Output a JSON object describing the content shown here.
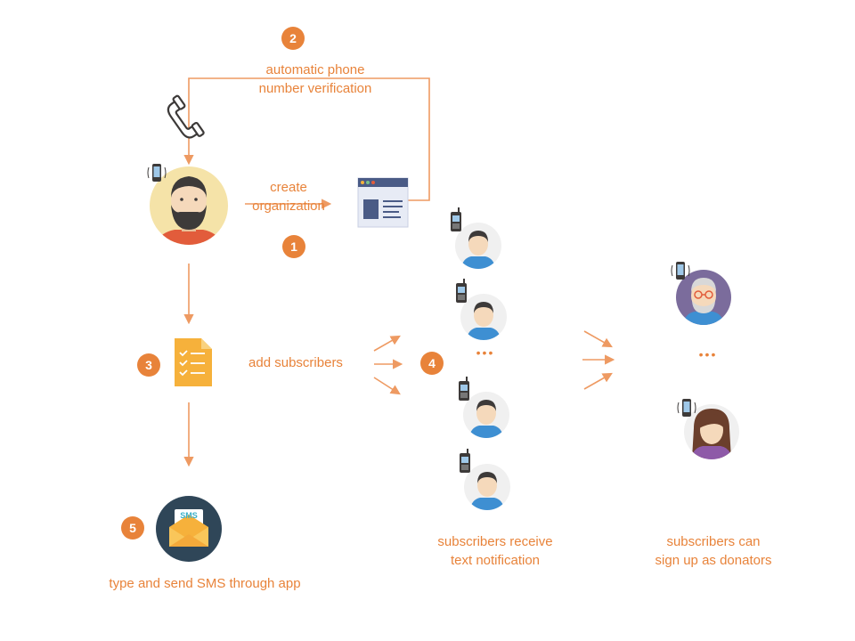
{
  "colors": {
    "accent": "#e8833a",
    "arrow": "#ee9a62",
    "skin": "#f5d9bb",
    "hair_dark": "#3d3a39",
    "shirt_blue": "#3e8fd2",
    "shirt_red": "#e25c3b",
    "doc_yellow": "#f6b13b",
    "mail_navy": "#2f4658",
    "avatar_bg": "#f0f0f0",
    "web_bg": "#e7ebf5",
    "web_bar": "#4a5b86"
  },
  "steps": [
    {
      "number": "1",
      "label": "create\norganization"
    },
    {
      "number": "2",
      "label": "automatic phone\nnumber verification"
    },
    {
      "number": "3",
      "label": "add subscribers"
    },
    {
      "number": "4",
      "label": ""
    },
    {
      "number": "5",
      "label": "type and send SMS through app"
    }
  ],
  "captions": {
    "receive": "subscribers receive\ntext notification",
    "donate": "subscribers can\nsign up as donators"
  },
  "sms_text": "SMS",
  "ellipsis": "•••",
  "icons": {
    "phone": "phone-handset-icon",
    "website": "website-icon",
    "document": "subscriber-list-document-icon",
    "mail": "sms-envelope-icon",
    "mobile": "mobile-phone-icon"
  }
}
